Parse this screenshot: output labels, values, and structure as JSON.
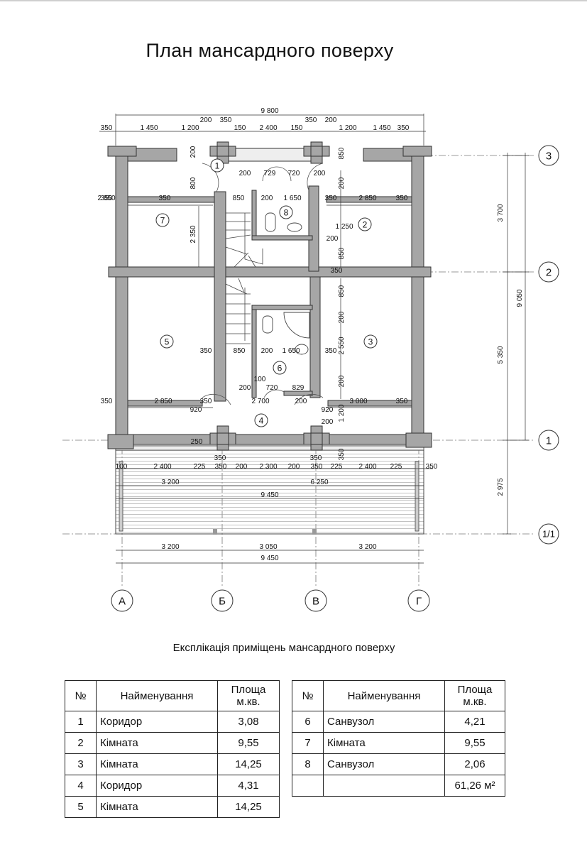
{
  "title": "План мансардного поверху",
  "axes": {
    "vertical": [
      "3",
      "2",
      "1",
      "1/1"
    ],
    "horizontal": [
      "А",
      "Б",
      "В",
      "Г"
    ]
  },
  "room_numbers": [
    "1",
    "2",
    "3",
    "4",
    "5",
    "6",
    "7",
    "8"
  ],
  "dimensions": {
    "top_total": "9 800",
    "top_row": [
      "350",
      "1 450",
      "1 200",
      "200",
      "350",
      "150",
      "2 400",
      "150",
      "350",
      "200",
      "1 200",
      "1 450",
      "350"
    ],
    "wall_labels": [
      "200",
      "800",
      "200",
      "729",
      "720",
      "200",
      "200",
      "850",
      "850",
      "200",
      "1 650",
      "350",
      "2 850",
      "350",
      "350",
      "2 850",
      "350",
      "1 250",
      "200",
      "2 350",
      "850",
      "350",
      "850",
      "200",
      "350",
      "850",
      "200",
      "1 650",
      "350",
      "2 550",
      "100",
      "200",
      "720",
      "829",
      "200",
      "350",
      "2 850",
      "350",
      "2 700",
      "200",
      "3 000",
      "350",
      "920",
      "920",
      "1 200",
      "200",
      "250",
      "350",
      "350",
      "350"
    ],
    "bottom_row": [
      "100",
      "2 400",
      "225",
      "350",
      "200",
      "2 300",
      "200",
      "350",
      "225",
      "2 400",
      "225",
      "350"
    ],
    "terrace_row": [
      "3 200",
      "6 250"
    ],
    "terrace_total": "9 450",
    "bottom_split": [
      "3 200",
      "3 050",
      "3 200"
    ],
    "bottom_total": "9 450",
    "right_side": [
      "3 700",
      "5 350",
      "9 050",
      "2 975"
    ]
  },
  "explication": {
    "title": "Експлікація приміщень мансардного поверху",
    "headers": {
      "no": "№",
      "name": "Найменування",
      "area_line1": "Площа",
      "area_line2": "м.кв."
    },
    "left": [
      {
        "no": "1",
        "name": "Коридор",
        "area": "3,08"
      },
      {
        "no": "2",
        "name": "Кімната",
        "area": "9,55"
      },
      {
        "no": "3",
        "name": "Кімната",
        "area": "14,25"
      },
      {
        "no": "4",
        "name": "Коридор",
        "area": "4,31"
      },
      {
        "no": "5",
        "name": "Кімната",
        "area": "14,25"
      }
    ],
    "right": [
      {
        "no": "6",
        "name": "Санвузол",
        "area": "4,21"
      },
      {
        "no": "7",
        "name": "Кімната",
        "area": "9,55"
      },
      {
        "no": "8",
        "name": "Санвузол",
        "area": "2,06"
      }
    ],
    "total": "61,26 м²"
  }
}
